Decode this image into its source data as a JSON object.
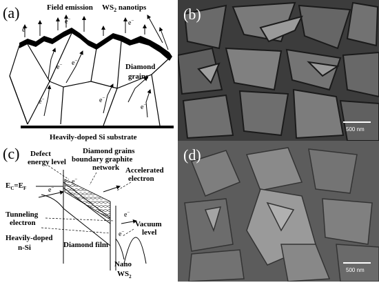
{
  "panels": {
    "a": {
      "tag": "(a)",
      "field_emission": "Field emission",
      "nanotips": "WS",
      "nanotips_sub": "2",
      "nanotips_tail": " nanotips",
      "diamond": "Diamond",
      "grains": "grains",
      "substrate": "Heavily-doped Si substrate",
      "electron": "e",
      "minus": "−"
    },
    "b": {
      "tag": "(b)",
      "scale_bar": "500 nm"
    },
    "c": {
      "tag": "(c)",
      "defect_1": "Defect",
      "defect_2": "energy level",
      "gb_1": "Diamond grains",
      "gb_2": "boundary graphite",
      "gb_3": "network",
      "acc_1": "Accelerated",
      "acc_2": "electron",
      "ec_ef": "E",
      "ec_sub": "C",
      "ef_eq": "=E",
      "ef_sub": "F",
      "tunnel_1": "Tunneling",
      "tunnel_2": "electron",
      "vac_1": "Vacuum",
      "vac_2": "level",
      "nsi_1": "Heavily-doped",
      "nsi_2": "n-Si",
      "film": "Diamond film",
      "nano": "Nano",
      "ws2": "WS",
      "ws2_sub": "2",
      "electron": "e",
      "minus": "−"
    },
    "d": {
      "tag": "(d)",
      "scale_bar": "500 nm"
    }
  }
}
